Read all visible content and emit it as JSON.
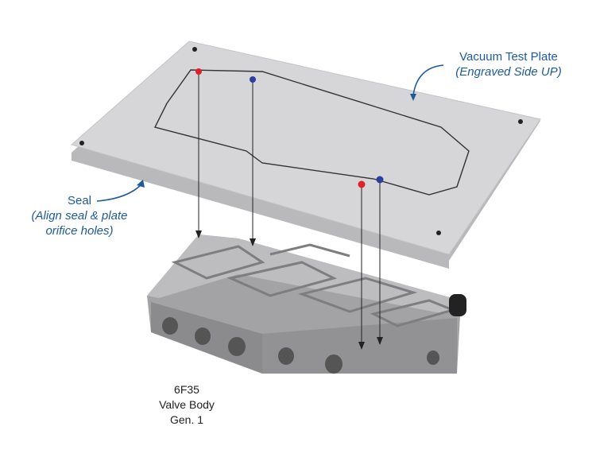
{
  "labels": {
    "plate_title": "Vacuum Test Plate",
    "plate_note": "(Engraved Side UP)",
    "seal_title": "Seal",
    "seal_note_1": "(Align seal & plate",
    "seal_note_2": "orifice holes)"
  },
  "caption": {
    "line1": "6F35",
    "line2": "Valve Body",
    "line3": "Gen. 1"
  },
  "colors": {
    "label": "#1e5a9a",
    "red_dot": "#e0202a",
    "blue_dot": "#2a3fa0",
    "plate": "#d4d4d6",
    "valve_body": "#9a9a9c"
  }
}
